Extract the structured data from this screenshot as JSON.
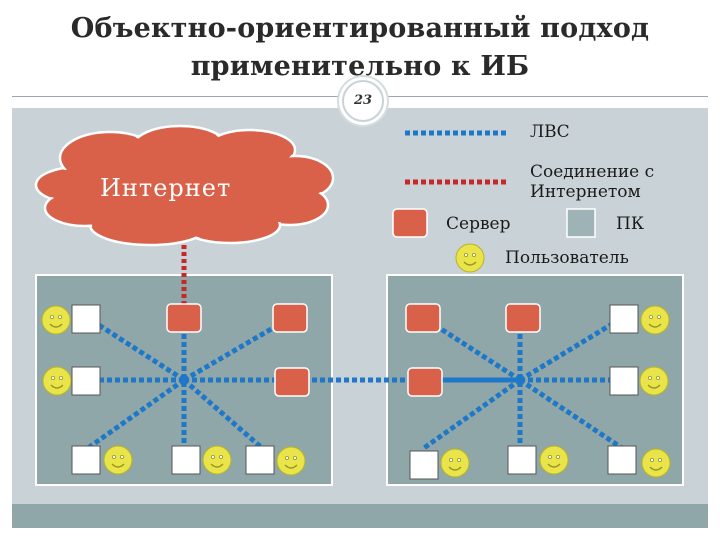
{
  "slide": {
    "title_line1": "Объектно-ориентированный подход",
    "title_line2": "применительно к ИБ",
    "page_number": "23"
  },
  "cloud": {
    "label": "Интернет"
  },
  "legend": {
    "lan": "ЛВС",
    "internet_line1": "Соединение с",
    "internet_line2": "Интернетом",
    "server": "Сервер",
    "pc": "ПК",
    "user": "Пользователь"
  },
  "colors": {
    "lan_line": "#1f77c8",
    "internet_line": "#c62828",
    "server": "#d9614a",
    "pc": "#ffffff",
    "user": "#e8e44a",
    "network_box": "#8fa7a9"
  }
}
